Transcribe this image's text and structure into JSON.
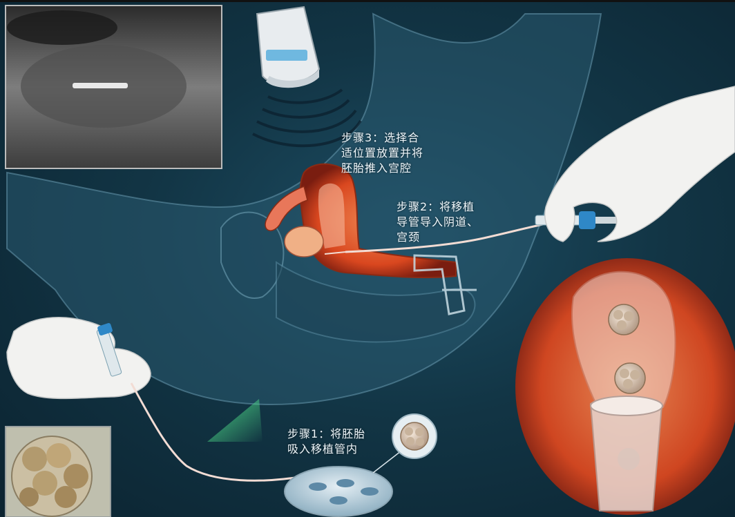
{
  "steps": {
    "step1": "步骤1：将胚胎\n吸入移植管内",
    "step2": "步骤2：将移植\n导管导入阴道、\n宫颈",
    "step3": "步骤3：选择合\n适位置放置并将\n胚胎推入宫腔"
  },
  "colors": {
    "background": "#123545",
    "body_silhouette": "#2a5a70",
    "uterus": "#e8664a",
    "glove": "#f2f2f0",
    "catheter_tip": "#4aa3d6",
    "text": "#eef6fa"
  }
}
